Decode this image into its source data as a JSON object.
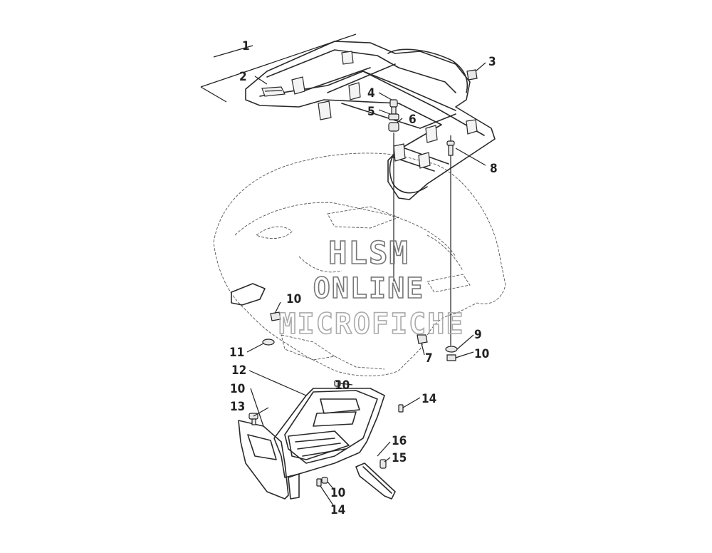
{
  "watermark": {
    "line1": "HLSM",
    "line2": "ONLINE",
    "line3": "MICROFICHE"
  },
  "callouts": [
    {
      "id": "c1",
      "label": "1"
    },
    {
      "id": "c2",
      "label": "2"
    },
    {
      "id": "c3",
      "label": "3"
    },
    {
      "id": "c4",
      "label": "4"
    },
    {
      "id": "c5",
      "label": "5"
    },
    {
      "id": "c6",
      "label": "6"
    },
    {
      "id": "c7",
      "label": "7"
    },
    {
      "id": "c8",
      "label": "8"
    },
    {
      "id": "c9",
      "label": "9"
    },
    {
      "id": "c10a",
      "label": "10"
    },
    {
      "id": "c10b",
      "label": "10"
    },
    {
      "id": "c10c",
      "label": "10"
    },
    {
      "id": "c10d",
      "label": "10"
    },
    {
      "id": "c10e",
      "label": "10"
    },
    {
      "id": "c11",
      "label": "11"
    },
    {
      "id": "c12",
      "label": "12"
    },
    {
      "id": "c13",
      "label": "13"
    },
    {
      "id": "c14a",
      "label": "14"
    },
    {
      "id": "c14b",
      "label": "14"
    },
    {
      "id": "c15",
      "label": "15"
    },
    {
      "id": "c16",
      "label": "16"
    }
  ]
}
